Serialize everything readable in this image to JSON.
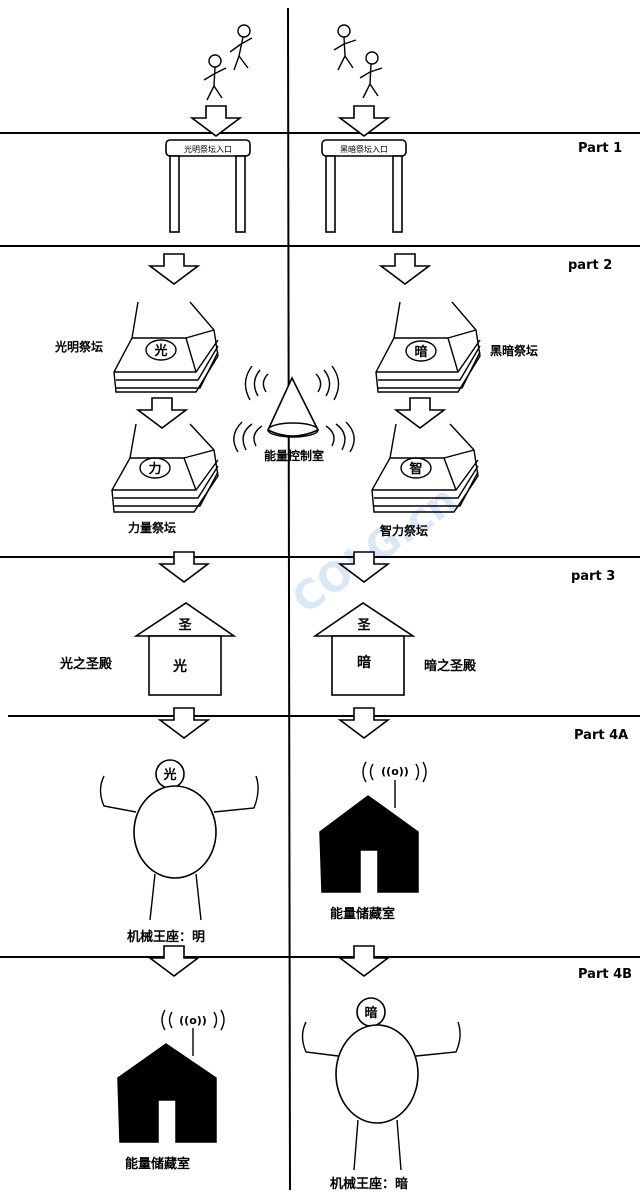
{
  "parts": {
    "p1": "Part 1",
    "p2": "part 2",
    "p3": "part 3",
    "p4a": "Part 4A",
    "p4b": "Part 4B"
  },
  "part1": {
    "left_gate_label": "光明祭坛入口",
    "right_gate_label": "黑暗祭坛入口"
  },
  "part2": {
    "light_altar_label": "光明祭坛",
    "light_altar_glyph": "光",
    "dark_altar_label": "黑暗祭坛",
    "dark_altar_glyph": "暗",
    "power_altar_label": "力量祭坛",
    "power_altar_glyph": "力",
    "wisdom_altar_label": "智力祭坛",
    "wisdom_altar_glyph": "智",
    "control_room_label": "能量控制室"
  },
  "part3": {
    "left_roof_glyph": "圣",
    "left_body_glyph": "光",
    "left_label": "光之圣殿",
    "right_roof_glyph": "圣",
    "right_body_glyph": "暗",
    "right_label": "暗之圣殿"
  },
  "part4a": {
    "robot_glyph": "光",
    "robot_label": "机械王座：明",
    "storage_label": "能量储藏室",
    "signal_text": "((o))"
  },
  "part4b": {
    "storage_label": "能量储藏室",
    "signal_text": "((o))",
    "robot_glyph": "暗",
    "robot_label": "机械王座：暗"
  },
  "watermark": "COLG.cn"
}
